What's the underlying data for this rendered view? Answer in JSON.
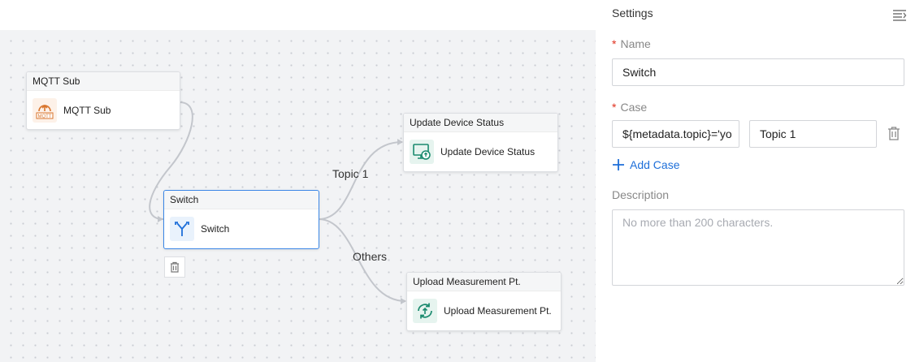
{
  "canvas": {
    "nodes": [
      {
        "id": "mqtt",
        "header": "MQTT Sub",
        "label": "MQTT Sub",
        "icon": "mqtt-icon",
        "icon_text": "MQTT"
      },
      {
        "id": "switch",
        "header": "Switch",
        "label": "Switch",
        "icon": "switch-branch-icon",
        "selected": true
      },
      {
        "id": "update",
        "header": "Update Device Status",
        "label": "Update Device Status",
        "icon": "monitor-refresh-icon"
      },
      {
        "id": "upload",
        "header": "Upload Measurement Pt.",
        "label": "Upload Measurement Pt.",
        "icon": "sync-upload-icon"
      }
    ],
    "edge_labels": {
      "topic1": "Topic 1",
      "others": "Others"
    }
  },
  "settings": {
    "title": "Settings",
    "name_label": "Name",
    "name_value": "Switch",
    "case_label": "Case",
    "case_condition": "${metadata.topic}='yo",
    "case_name": "Topic 1",
    "add_case": "Add Case",
    "description_label": "Description",
    "description_placeholder": "No more than 200 characters."
  },
  "colors": {
    "accent": "#1e6fd9",
    "selected_border": "#3a86e6",
    "required": "#e0301e",
    "mqtt_orange": "#d9742b",
    "teal": "#1a8a6e"
  }
}
